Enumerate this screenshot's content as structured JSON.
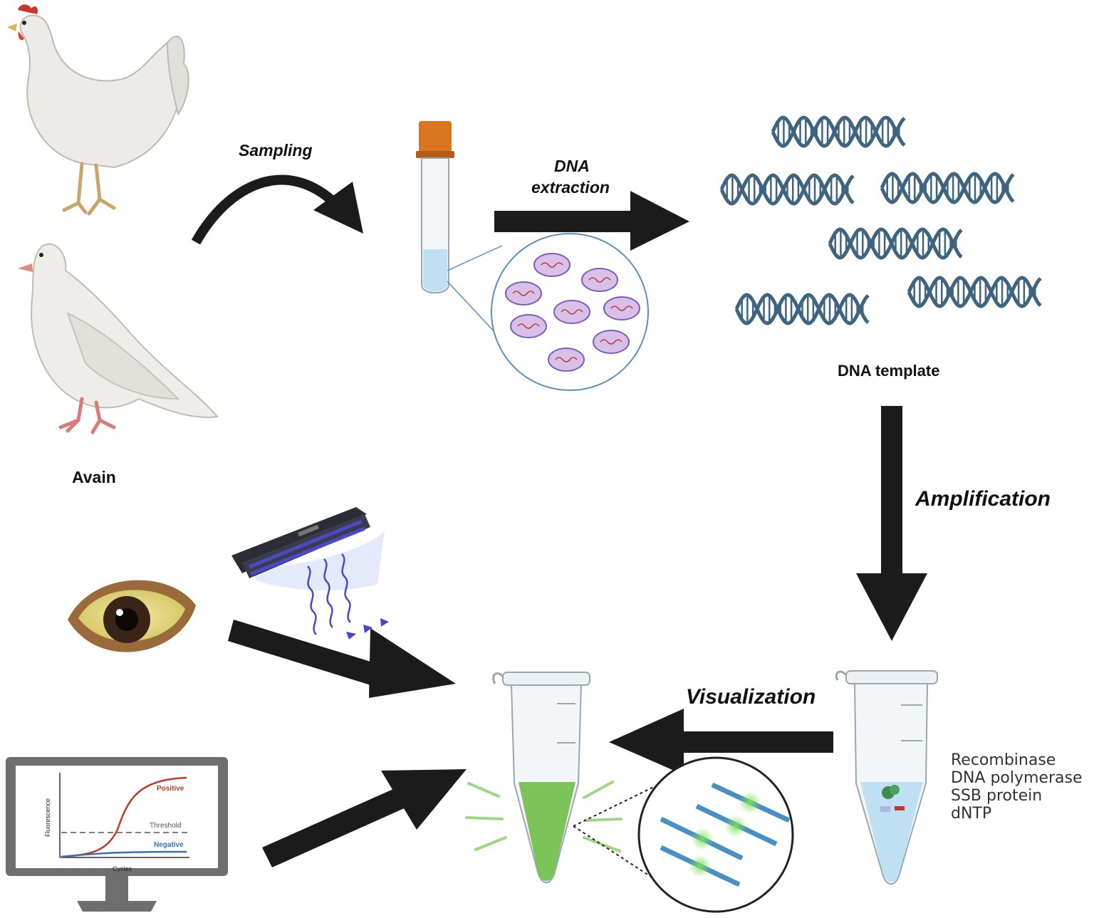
{
  "labels": {
    "sampling": "Sampling",
    "dna_extraction_line1": "DNA",
    "dna_extraction_line2": "extraction",
    "dna_template": "DNA template",
    "avain": "Avain",
    "amplification": "Amplification",
    "visualization": "Visualization"
  },
  "reagents": [
    "Recombinase",
    "DNA polymerase",
    "SSB protein",
    "dNTP"
  ],
  "monitor": {
    "y_axis": "Fluorescence",
    "x_axis": "Cycles",
    "positive": "Positive",
    "threshold": "Threshold",
    "negative": "Negative"
  },
  "colors": {
    "arrow": "#1b1b1b",
    "dna": "#3f6480",
    "tube_cap": "#d9741f",
    "reaction_green": "#7cc35a",
    "positive_curve": "#c0392b",
    "negative_curve": "#3a6fb8",
    "uv_light": "#4a47c9"
  }
}
